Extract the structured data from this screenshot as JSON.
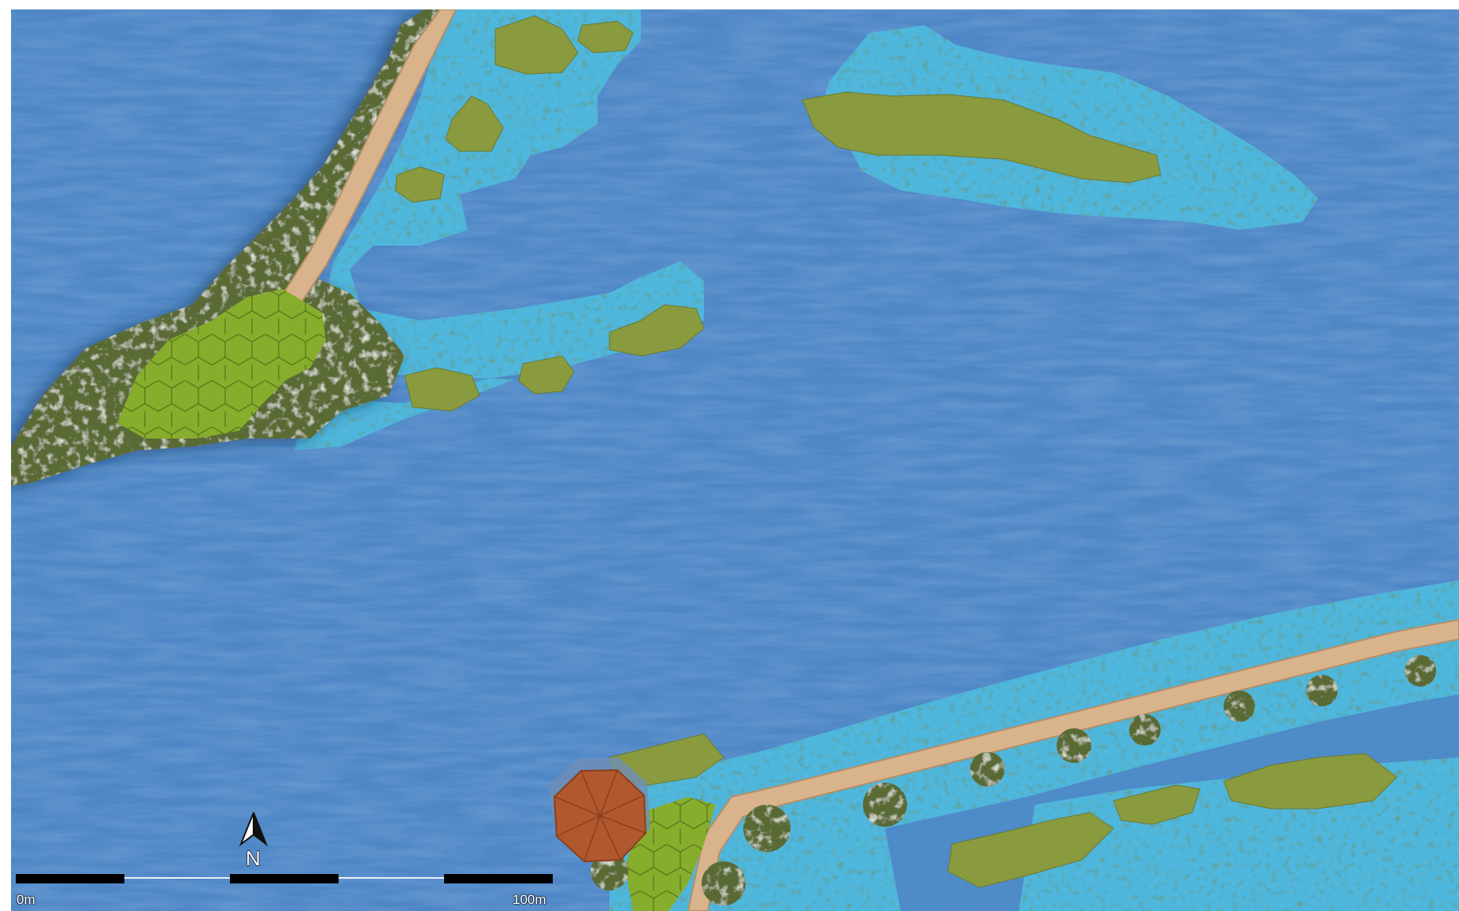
{
  "map": {
    "type": "site plan",
    "colors": {
      "water": "#4e86c6",
      "shallow_water": "#4fb6dc",
      "meadow": "#86ad2c",
      "marsh": "#8a9a3e",
      "woodland": "#5a6a34",
      "boardwalk": "#d9b38c",
      "roof": "#b2582f"
    }
  },
  "compass": {
    "icon": "north-arrow-icon",
    "label": "N"
  },
  "scale_bar": {
    "start_label": "0m",
    "end_label": "100m"
  }
}
